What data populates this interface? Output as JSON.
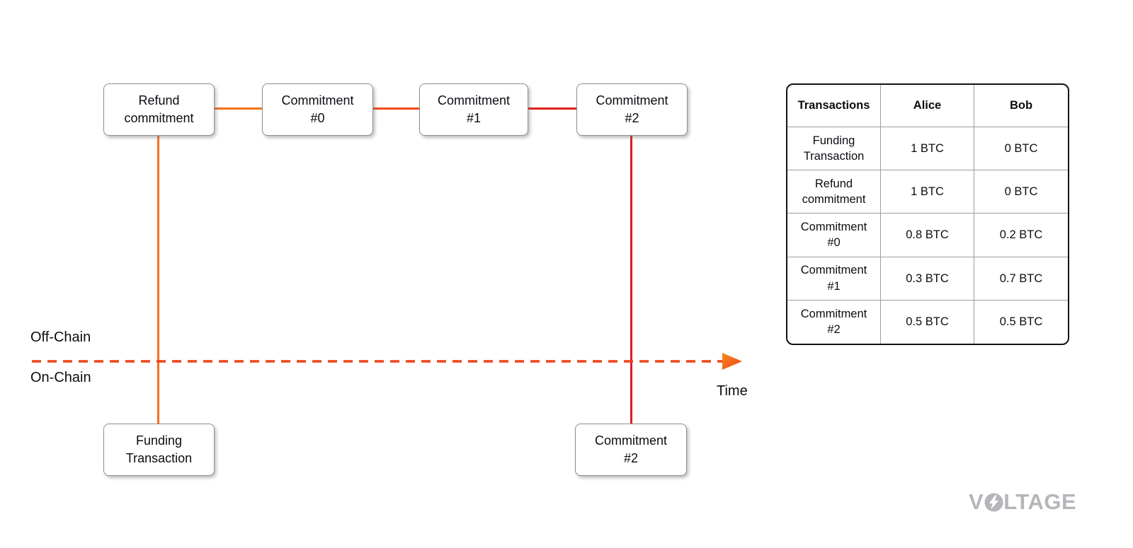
{
  "diagram": {
    "off_chain_label": "Off-Chain",
    "on_chain_label": "On-Chain",
    "time_label": "Time",
    "nodes": {
      "refund": {
        "label": "Refund\ncommitment"
      },
      "commitment0": {
        "label": "Commitment\n#0"
      },
      "commitment1": {
        "label": "Commitment\n#1"
      },
      "commitment2_top": {
        "label": "Commitment\n#2"
      },
      "funding": {
        "label": "Funding\nTransaction"
      },
      "commitment2_bottom": {
        "label": "Commitment\n#2"
      }
    },
    "colors": {
      "connector_orange": "#f6711d",
      "connector_orange_red": "#f14a14",
      "connector_red": "#e32119",
      "vertical_left": "#f6711d",
      "vertical_right": "#e11b26",
      "timeline_dash": "#f0431a"
    }
  },
  "table": {
    "headers": [
      "Transactions",
      "Alice",
      "Bob"
    ],
    "rows": [
      {
        "transaction": "Funding\nTransaction",
        "alice": "1 BTC",
        "bob": "0 BTC"
      },
      {
        "transaction": "Refund\ncommitment",
        "alice": "1 BTC",
        "bob": "0 BTC"
      },
      {
        "transaction": "Commitment\n#0",
        "alice": "0.8 BTC",
        "bob": "0.2 BTC"
      },
      {
        "transaction": "Commitment\n#1",
        "alice": "0.3 BTC",
        "bob": "0.7 BTC"
      },
      {
        "transaction": "Commitment\n#2",
        "alice": "0.5 BTC",
        "bob": "0.5 BTC"
      }
    ]
  },
  "brand": {
    "part1": "V",
    "part2": "LTAGE",
    "color": "#b5b5ba"
  }
}
